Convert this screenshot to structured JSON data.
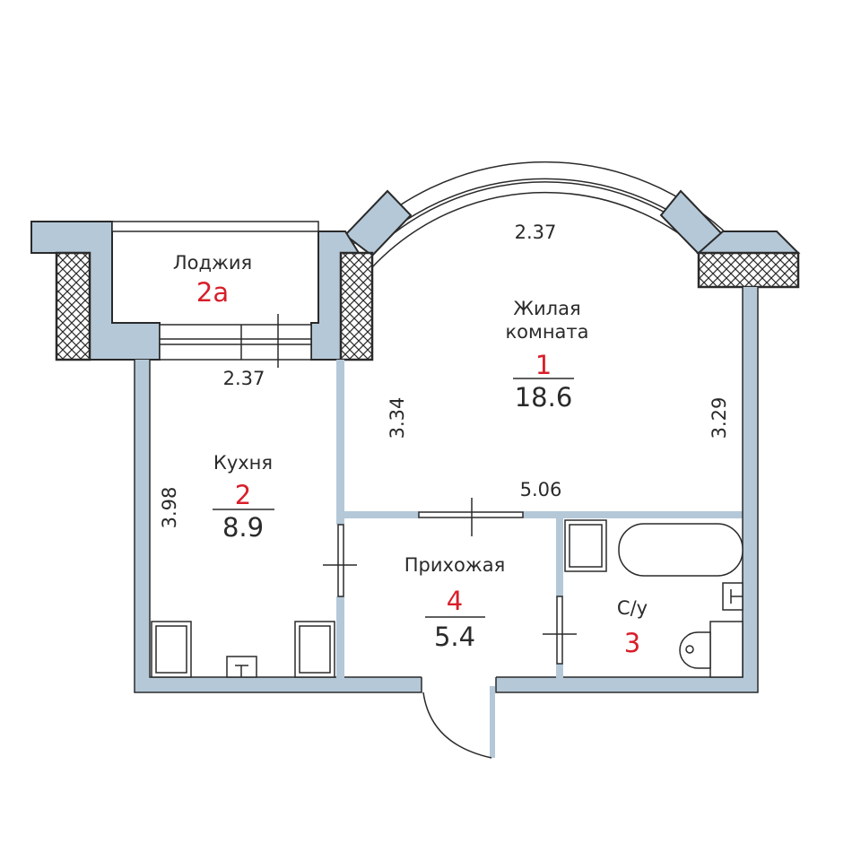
{
  "colors": {
    "wall": "#b4c8d8",
    "line": "#2a2a2a",
    "room_number": "#d81e2a"
  },
  "rooms": [
    {
      "name": "Жилая комната",
      "name_line1": "Жилая",
      "name_line2": "комната",
      "number": "1",
      "area": "18.6"
    },
    {
      "name": "Кухня",
      "number": "2",
      "area": "8.9"
    },
    {
      "name": "Лоджия",
      "number": "2a"
    },
    {
      "name": "С/у",
      "number": "3"
    },
    {
      "name": "Прихожая",
      "number": "4",
      "area": "5.4"
    }
  ],
  "dimensions": {
    "loggia_width": "2.37",
    "living_arc_width": "2.37",
    "living_left_height": "3.34",
    "living_right_height": "3.29",
    "living_width": "5.06",
    "kitchen_height": "3.98"
  }
}
